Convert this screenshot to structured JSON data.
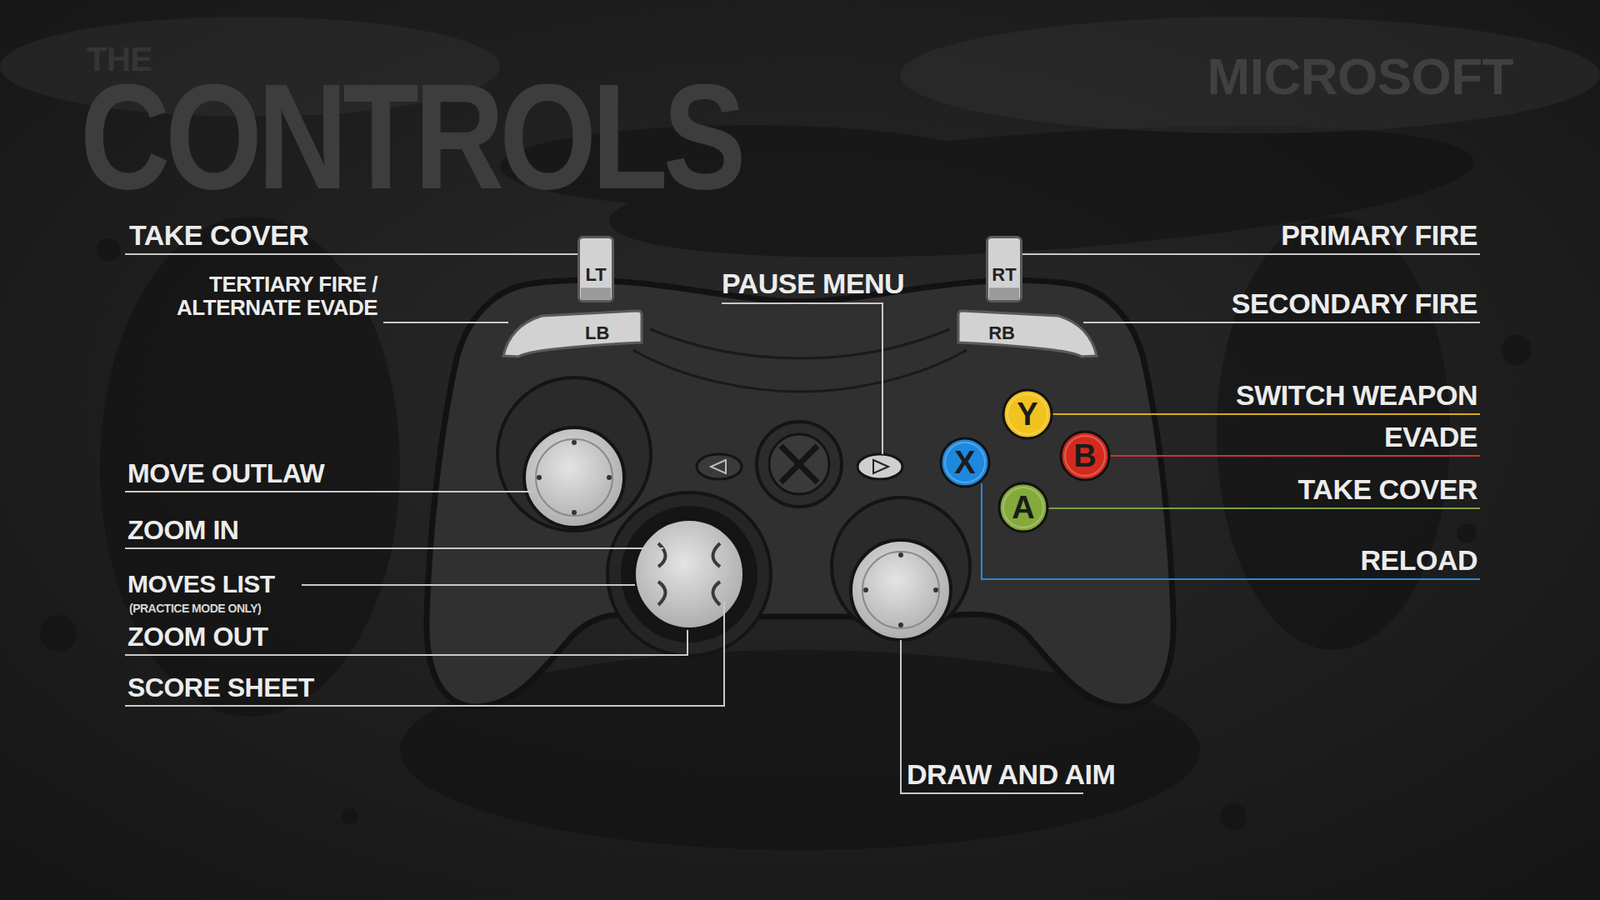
{
  "diagram": {
    "title": "CONTROLS",
    "nodes": [
      {
        "text": [
          "LT"
        ]
      },
      {
        "text": [
          "RT"
        ]
      },
      {
        "text": [
          "LB"
        ]
      },
      {
        "text": [
          "RB"
        ]
      },
      {
        "text": [
          "Y"
        ]
      },
      {
        "text": [
          "X"
        ]
      },
      {
        "text": [
          "B"
        ]
      },
      {
        "text": [
          "A"
        ]
      }
    ],
    "labels": [
      "THE",
      "MICROSOFT",
      "TAKE COVER",
      "TERTIARY FIRE / ALTERNATE EVADE",
      "PAUSE MENU",
      "MOVE OUTLAW",
      "ZOOM IN",
      "MOVES LIST",
      "(PRACTICE MODE ONLY)",
      "ZOOM OUT",
      "SCORE SHEET",
      "DRAW AND AIM",
      "PRIMARY FIRE",
      "SECONDARY FIRE",
      "SWITCH WEAPON",
      "EVADE",
      "TAKE COVER",
      "RELOAD"
    ]
  }
}
